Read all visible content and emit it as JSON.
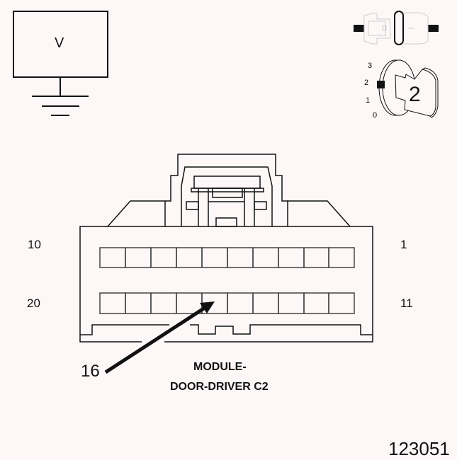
{
  "meter_symbol": {
    "label": "V",
    "icon": "voltmeter-ground-icon"
  },
  "connector_icon": {
    "icon": "disconnected-connector-icon"
  },
  "ignition_key": {
    "icon": "ignition-key-icon",
    "positions": [
      "3",
      "2",
      "1",
      "0"
    ],
    "selected_position": "2",
    "key_label": "2"
  },
  "connector": {
    "pin_labels": {
      "top_left": "10",
      "top_right": "1",
      "bottom_left": "20",
      "bottom_right": "11"
    },
    "rows": 2,
    "pins_per_row": 10,
    "callout_pin": "16"
  },
  "title": {
    "line1": "MODULE-",
    "line2": "DOOR-DRIVER C2"
  },
  "figure_id": "123051",
  "colors": {
    "background": "#fdf8f7",
    "line": "#111111",
    "faint_line": "#cccccc",
    "pin_box": "#555555"
  }
}
